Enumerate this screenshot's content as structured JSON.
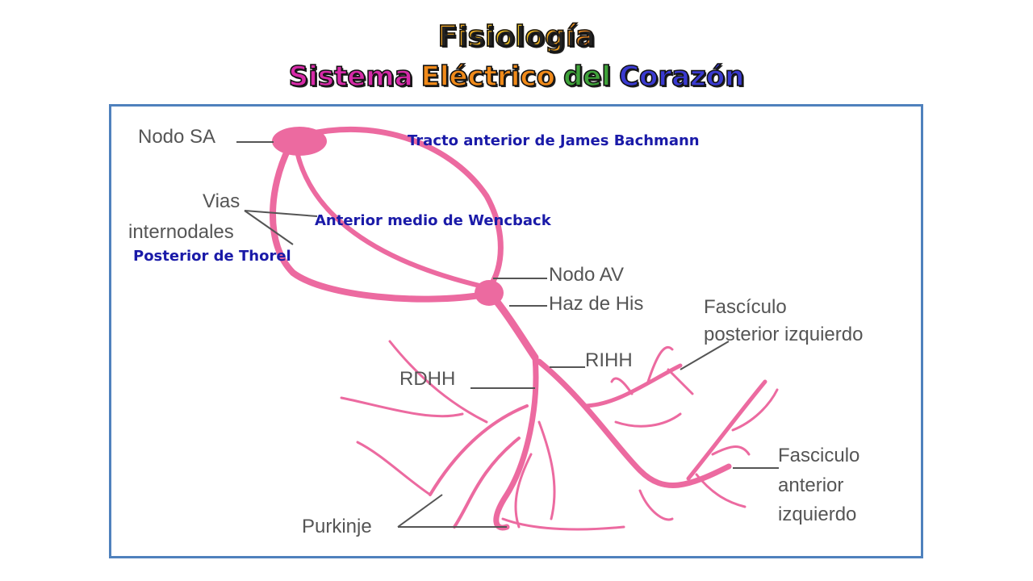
{
  "header": {
    "title_line1": "Fisiología",
    "title_line2_words": [
      "Sistema",
      "Eléctrico",
      "del",
      "Corazón"
    ]
  },
  "diagram": {
    "labels": {
      "nodo_sa": "Nodo SA",
      "vias": "Vias",
      "internodales": "internodales",
      "nodo_av": "Nodo AV",
      "haz_his": "Haz de His",
      "fasciculo_post_1": "Fascículo",
      "fasciculo_post_2": "posterior izquierdo",
      "rihh": "RIHH",
      "rdhh": "RDHH",
      "fasciculo_ant_1": "Fasciculo",
      "fasciculo_ant_2": "anterior",
      "fasciculo_ant_3": "izquierdo",
      "purkinje": "Purkinje"
    },
    "annotations": {
      "bachmann": "Tracto anterior de James Bachmann",
      "wencback": "Anterior medio de Wencback",
      "thorel": "Posterior de Thorel"
    }
  },
  "colors": {
    "conduction_pink": "#ec6aa0",
    "annotation_blue": "#1a1aa8",
    "frame_border": "#4f81bd",
    "label_gray": "#555555"
  }
}
